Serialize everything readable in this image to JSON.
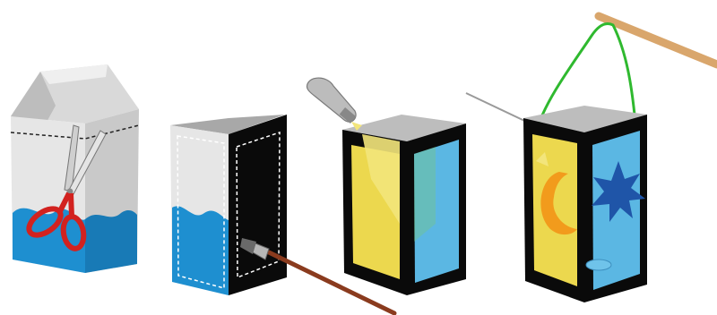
{
  "steps": [
    {
      "name": "milk-carton-cut-step",
      "tool": "scissors-icon"
    },
    {
      "name": "carton-paint-frame-step",
      "tool": "paintbrush-icon"
    },
    {
      "name": "lantern-glue-panels-step",
      "tool": "glue-tube-icon"
    },
    {
      "name": "lantern-finished-step",
      "tool": "hanging-stick-icon"
    }
  ],
  "colors": {
    "carton_white": "#e6e6e6",
    "carton_shade": "#c9c9c9",
    "carton_blue": "#1e8fd0",
    "frame_black": "#0a0a0a",
    "panel_blue": "#5bb7e3",
    "panel_yellow": "#ecd84e",
    "scissor_handle": "#d2221f",
    "brush_handle": "#8a3b1e",
    "moon_orange": "#f29b1c",
    "star_blue": "#1f55a8",
    "string_green": "#2fb92f",
    "stick_wood": "#d9a66c"
  }
}
